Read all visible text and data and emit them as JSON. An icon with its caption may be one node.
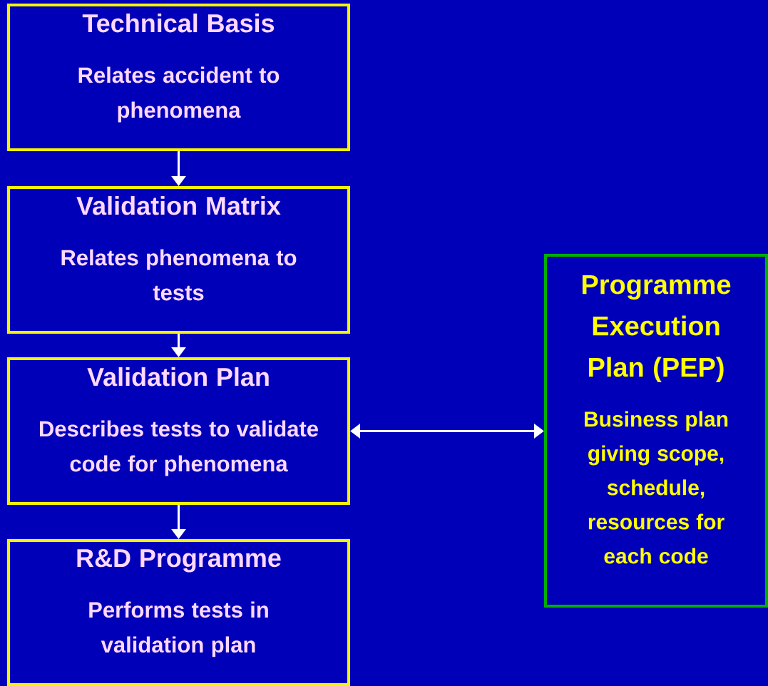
{
  "diagram": {
    "nodes": [
      {
        "text": [
          "Technical Basis",
          "Relates accident to phenomena"
        ]
      },
      {
        "text": [
          "Validation Matrix",
          "Relates phenomena to tests"
        ]
      },
      {
        "text": [
          "Validation Plan",
          "Describes tests to validate code for phenomena"
        ]
      },
      {
        "text": [
          "R&D Programme",
          "Performs tests in validation plan"
        ]
      },
      {
        "text": [
          "Programme Execution Plan (PEP)",
          "Business plan giving scope, schedule, resources for each code"
        ]
      }
    ],
    "edges": [
      {
        "from": 0,
        "to": 1,
        "arrow": "to"
      },
      {
        "from": 1,
        "to": 2,
        "arrow": "to"
      },
      {
        "from": 2,
        "to": 3,
        "arrow": "to"
      },
      {
        "from": 2,
        "to": 4,
        "arrow": "both"
      }
    ]
  }
}
